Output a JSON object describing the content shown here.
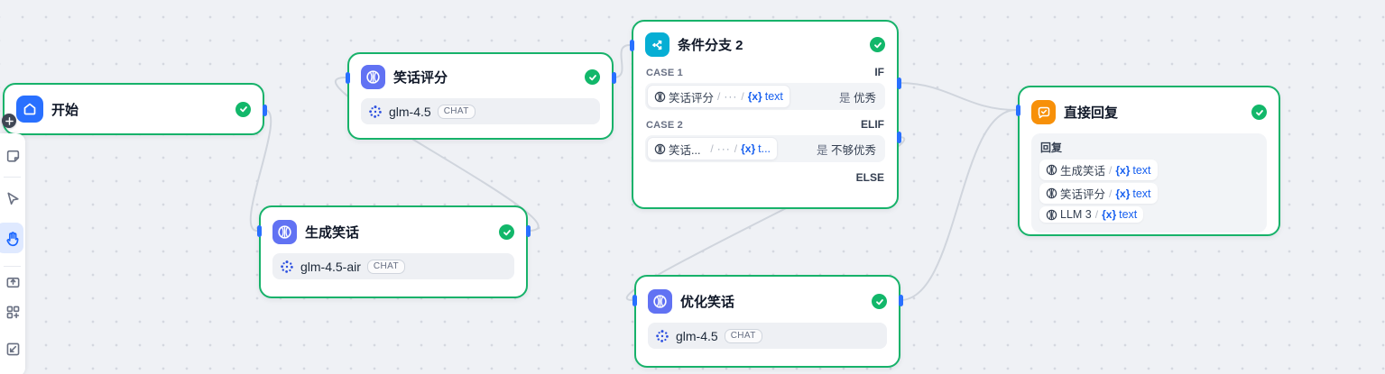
{
  "ui": {
    "slash": "/"
  },
  "toolbar": {
    "items": [
      "add-node",
      "add-note",
      "pointer-mode",
      "hand-mode",
      "import-dsl",
      "organize-blocks",
      "fit-view"
    ],
    "active_item": "hand-mode"
  },
  "colors": {
    "node_border_success": "#17b26a",
    "check_badge": "#12b76a",
    "edge": "#d0d5dd",
    "handle": "#2970ff",
    "llm_icon": "#6172f3",
    "start_icon": "#2970ff",
    "ifelse_icon": "#06aed4",
    "answer_icon": "#f79009",
    "variable_blue": "#155eef"
  },
  "nodes": {
    "start": {
      "title": "开始"
    },
    "gen_joke": {
      "title": "生成笑话",
      "model": "glm-4.5-air",
      "badge": "CHAT"
    },
    "joke_score": {
      "title": "笑话评分",
      "model": "glm-4.5",
      "badge": "CHAT"
    },
    "branch": {
      "title": "条件分支 2",
      "case1": {
        "label": "CASE 1",
        "tag": "IF",
        "var": {
          "source": "笑话评分",
          "more": "···",
          "x": "{x}",
          "name": "text"
        },
        "op": "是",
        "value": "优秀"
      },
      "case2": {
        "label": "CASE 2",
        "tag": "ELIF",
        "var": {
          "source": "笑话...",
          "more": "···",
          "x": "{x}",
          "name": "t..."
        },
        "op": "是",
        "value": "不够优秀"
      },
      "else_tag": "ELSE"
    },
    "optimize": {
      "title": "优化笑话",
      "model": "glm-4.5",
      "badge": "CHAT"
    },
    "answer": {
      "title": "直接回复",
      "section_label": "回复",
      "vars": [
        {
          "source": "生成笑话",
          "x": "{x}",
          "name": "text"
        },
        {
          "source": "笑话评分",
          "x": "{x}",
          "name": "text"
        },
        {
          "source": "LLM 3",
          "x": "{x}",
          "name": "text"
        }
      ]
    }
  },
  "edges": [
    {
      "from": "开始",
      "to": "生成笑话"
    },
    {
      "from": "生成笑话",
      "to": "笑话评分"
    },
    {
      "from": "笑话评分",
      "to": "条件分支 2"
    },
    {
      "from": "条件分支 2 / IF",
      "to": "直接回复"
    },
    {
      "from": "条件分支 2 / ELIF",
      "to": "优化笑话"
    },
    {
      "from": "优化笑话",
      "to": "直接回复"
    }
  ]
}
